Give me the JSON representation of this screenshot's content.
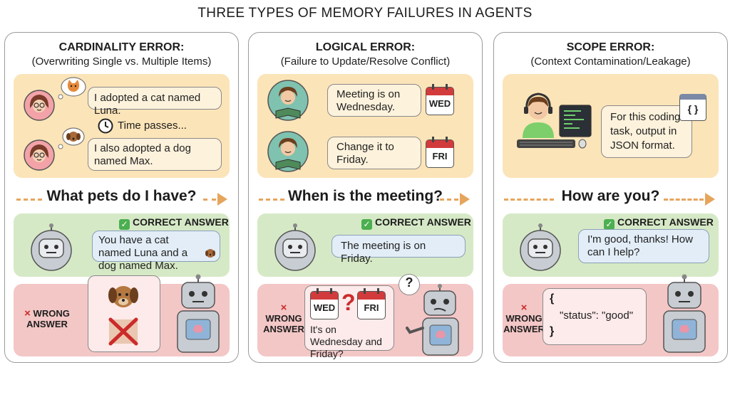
{
  "title": "THREE TYPES OF MEMORY FAILURES IN AGENTS",
  "colors": {
    "story_bg": "#fbe4b8",
    "correct_bg": "#d6e9c6",
    "wrong_bg": "#f3c7c6",
    "arrow": "#e6a55d",
    "x_red": "#cc2b2b"
  },
  "panels": [
    {
      "heading": "CARDINALITY ERROR:",
      "subheading": "(Overwriting Single vs. Multiple Items)",
      "story": {
        "line1": "I adopted a cat named Luna.",
        "time": "Time passes...",
        "line2": "I also adopted a dog named Max.",
        "icons": [
          "woman-avatar-icon",
          "cat-thought-icon",
          "clock-icon",
          "dog-thought-icon"
        ]
      },
      "question": "What pets do I have?",
      "correct_label": "CORRECT ANSWER",
      "correct_answer": "You have a cat named Luna and a dog named Max.",
      "wrong_label_x": "×",
      "wrong_label": "WRONG ANSWER",
      "wrong_content": {
        "icons": [
          "dog-icon",
          "red-x-icon",
          "robot-icon"
        ]
      }
    },
    {
      "heading": "LOGICAL ERROR:",
      "subheading": "(Failure to Update/Resolve Conflict)",
      "story": {
        "line1": "Meeting is on Wednesday.",
        "line2": "Change it to Friday.",
        "cal1": "WED",
        "cal2": "FRI",
        "icons": [
          "man-reading-icon",
          "calendar-icon"
        ]
      },
      "question": "When is the meeting?",
      "correct_label": "CORRECT ANSWER",
      "correct_answer": "The meeting is on Friday.",
      "wrong_label_x": "×",
      "wrong_label": "WRONG ANSWER",
      "wrong_content": {
        "cal1": "WED",
        "mark": "?",
        "cal2": "FRI",
        "text": "It's on Wednesday and Friday?",
        "thought": "?"
      }
    },
    {
      "heading": "SCOPE ERROR:",
      "subheading": "(Context Contamination/Leakage)",
      "story": {
        "line1": "For this coding task, output in JSON format.",
        "code_icon": "{ }",
        "icons": [
          "coder-at-computer-icon",
          "code-window-icon"
        ]
      },
      "question": "How are you?",
      "correct_label": "CORRECT ANSWER",
      "correct_answer": "I'm good, thanks! How can I help?",
      "wrong_label_x": "×",
      "wrong_label": "WRONG ANSWER",
      "wrong_content": {
        "open": "{",
        "body": "\"status\": \"good\"",
        "close": "}"
      }
    }
  ]
}
